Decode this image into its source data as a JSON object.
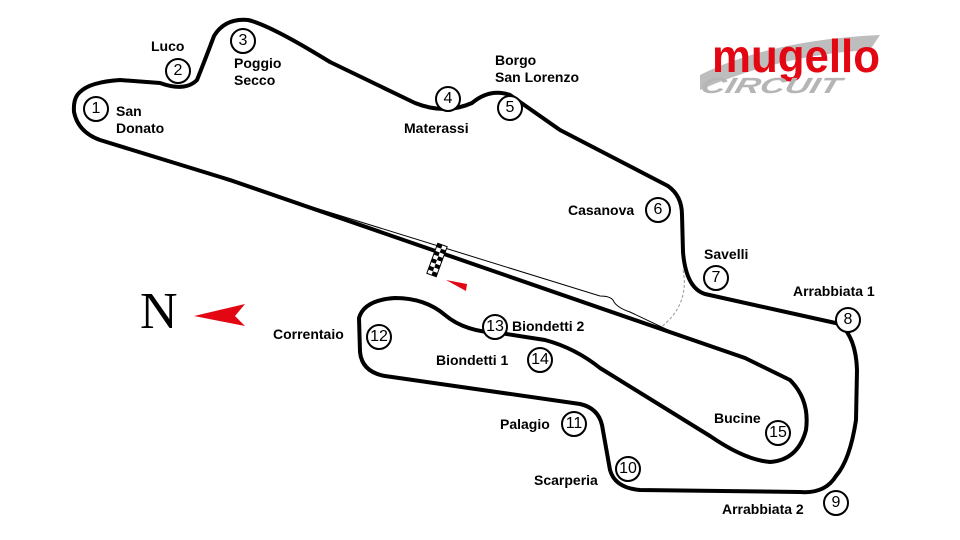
{
  "title": "Mugello Circuit",
  "logo": {
    "main": "mugello",
    "sub": "CIRCUIT",
    "color": "#e30613",
    "sub_color": "#b5b5b5"
  },
  "compass": {
    "label": "N",
    "arrow_color": "#e30613"
  },
  "corners": [
    {
      "number": "1",
      "name": "San\nDonato"
    },
    {
      "number": "2",
      "name": "Luco"
    },
    {
      "number": "3",
      "name": "Poggio\nSecco"
    },
    {
      "number": "4",
      "name": "Materassi"
    },
    {
      "number": "5",
      "name": "Borgo\nSan Lorenzo"
    },
    {
      "number": "6",
      "name": "Casanova"
    },
    {
      "number": "7",
      "name": "Savelli"
    },
    {
      "number": "8",
      "name": "Arrabbiata 1"
    },
    {
      "number": "9",
      "name": "Arrabbiata 2"
    },
    {
      "number": "10",
      "name": "Scarperia"
    },
    {
      "number": "11",
      "name": "Palagio"
    },
    {
      "number": "12",
      "name": "Correntaio"
    },
    {
      "number": "13",
      "name": "Biondetti 2"
    },
    {
      "number": "14",
      "name": "Biondetti 1"
    },
    {
      "number": "15",
      "name": "Bucine"
    }
  ]
}
